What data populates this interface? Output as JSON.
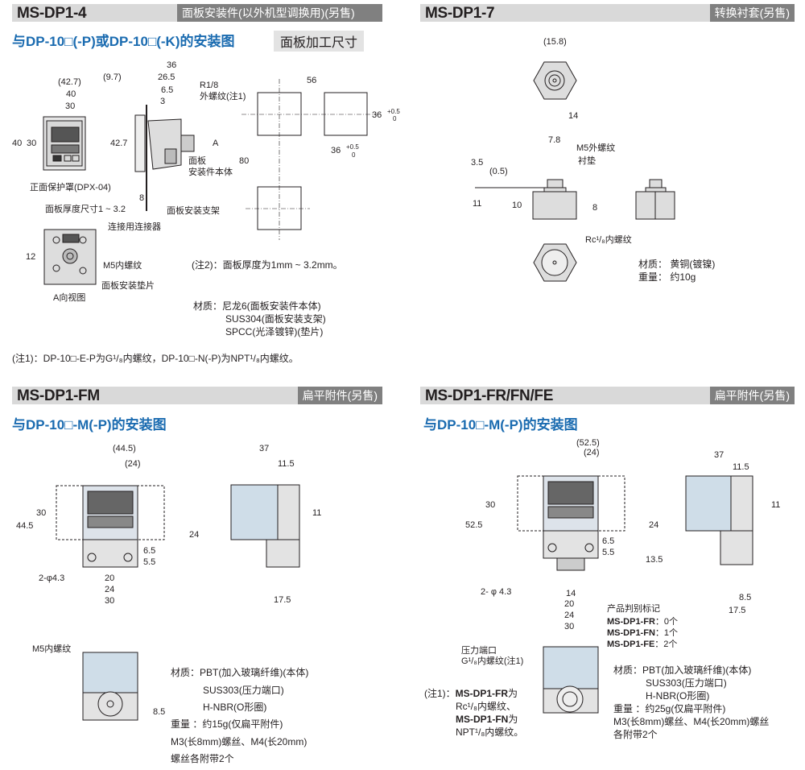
{
  "s1": {
    "title": "MS-DP1-4",
    "tag": "面板安装件(以外机型调换用)(另售)",
    "subtitle": "与DP-10□(-P)或DP-10□(-K)的安装图",
    "cutout_title": "面板加工尺寸",
    "dims": [
      "(42.7)",
      "40",
      "30",
      "40",
      "30",
      "(9.7)",
      "36",
      "26.5",
      "6.5",
      "3",
      "42.7",
      "A",
      "8",
      "12",
      "56",
      "36",
      "+0.5",
      "0",
      "80",
      "36",
      "+0.5",
      "0"
    ],
    "labels": {
      "r18": "R1/8",
      "male_thread": "外螺纹(注1)",
      "panel": "面板",
      "body": "安装件本体",
      "cover": "正面保护罩(DPX-04)",
      "thickness": "面板厚度尺寸1 ~ 3.2",
      "bracket": "面板安装支架",
      "connector": "连接用连接器",
      "m5": "M5内螺纹",
      "spacer": "面板安装垫片",
      "a_view": "A向视图"
    },
    "note2": "(注2)：面板厚度为1mm ~ 3.2mm。",
    "material": [
      "材质：尼龙6(面板安装件本体)",
      "SUS304(面板安装支架)",
      "SPCC(光泽镀锌)(垫片)"
    ],
    "note1": "(注1)：DP-10□-E-P为G¹/₈内螺纹，DP-10□-N(-P)为NPT¹/₈内螺纹。"
  },
  "s2": {
    "title": "MS-DP1-7",
    "tag": "转换衬套(另售)",
    "dims": [
      "(15.8)",
      "14",
      "7.8",
      "3.5",
      "(0.5)",
      "11",
      "10",
      "8"
    ],
    "labels": {
      "m5": "M5外螺纹",
      "gasket": "衬垫",
      "rc": "Rc¹/₈内螺纹"
    },
    "material": "材质：  黄铜(镀镍)",
    "weight": "重量：  约10g"
  },
  "s3": {
    "title": "MS-DP1-FM",
    "tag": "扁平附件(另售)",
    "subtitle": "与DP-10□-M(-P)的安装图",
    "dims": [
      "(44.5)",
      "(24)",
      "30",
      "44.5",
      "24",
      "6.5",
      "5.5",
      "2-φ4.3",
      "20",
      "24",
      "30",
      "37",
      "11.5",
      "11",
      "17.5",
      "8.5"
    ],
    "m5": "M5内螺纹",
    "material": [
      "材质：PBT(加入玻璃纤维)(本体)",
      "SUS303(压力端口)",
      "H-NBR(O形圈)",
      "重量 ：约15g(仅扁平附件)",
      "M3(长8mm)螺丝、M4(长20mm)",
      "螺丝各附带2个"
    ]
  },
  "s4": {
    "title": "MS-DP1-FR/FN/FE",
    "tag": "扁平附件(另售)",
    "subtitle": "与DP-10□-M(-P)的安装图",
    "dims": [
      "(52.5)",
      "(24)",
      "30",
      "52.5",
      "24",
      "6.5",
      "5.5",
      "13.5",
      "2- φ 4.3",
      "14",
      "20",
      "24",
      "30",
      "37",
      "11.5",
      "11",
      "8.5",
      "17.5"
    ],
    "mark_title": "产品判别标记",
    "marks": [
      {
        "model": "MS-DP1-FR",
        "count": "：0个"
      },
      {
        "model": "MS-DP1-FN",
        "count": "：1个"
      },
      {
        "model": "MS-DP1-FE",
        "count": "：2个"
      }
    ],
    "port": [
      "压力端口",
      "G¹/₈内螺纹(注1)"
    ],
    "note1": {
      "prefix": "(注1)：",
      "m1": "MS-DP1-FR",
      "t1": "为",
      "l2": "Rc¹/₈内螺纹、",
      "m2": "MS-DP1-FN",
      "t2": "为",
      "l4": "NPT¹/₈内螺纹。"
    },
    "material": [
      "材质：PBT(加入玻璃纤维)(本体)",
      "SUS303(压力端口)",
      "H-NBR(O形圈)",
      "重量 ：约25g(仅扁平附件)",
      "M3(长8mm)螺丝、M4(长20mm)螺丝",
      "各附带2个"
    ]
  },
  "colors": {
    "accent": "#1a6bb0",
    "header_bg": "#d9d9d9",
    "tag_bg": "#808080",
    "body_blue": "#cfdde8"
  }
}
